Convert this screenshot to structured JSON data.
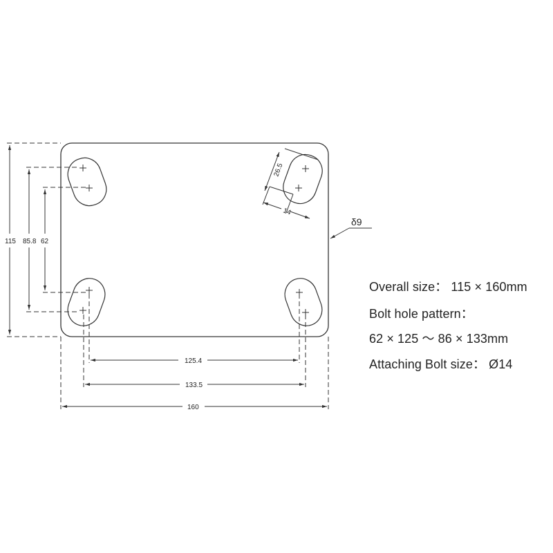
{
  "drawing": {
    "dims": {
      "height_overall": "115",
      "hole_span_outer": "85.8",
      "hole_span_inner": "62",
      "slot_length": "26.5",
      "slot_width": "14",
      "thickness": "δ9",
      "width_inner": "125.4",
      "width_outer": "133.5",
      "width_overall": "160"
    }
  },
  "specs": {
    "overall_size": "Overall size： 115 × 160mm",
    "bolt_pattern_label": "Bolt hole pattern：",
    "bolt_pattern_value": "62 × 125 ～ 86 × 133mm",
    "bolt_size": "Attaching Bolt size： Ø14"
  }
}
